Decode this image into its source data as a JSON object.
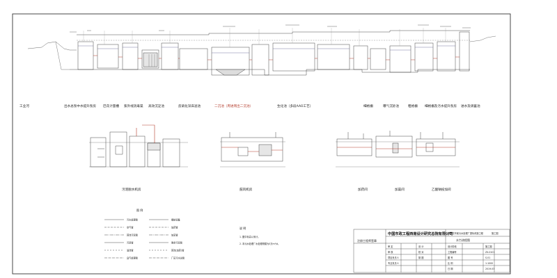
{
  "drawing": {
    "main_profile_labels": [
      {
        "text": "工业河",
        "red": false
      },
      {
        "text": "出水总泵中水提升泵房",
        "red": false
      },
      {
        "text": "巴氏计量槽",
        "red": false
      },
      {
        "text": "紫外线消毒渠",
        "red": false
      },
      {
        "text": "高效沉淀池",
        "red": false
      },
      {
        "text": "反硝化深床滤池",
        "red": false
      },
      {
        "text": "二沉池（周进周出二沉池）",
        "red": true
      },
      {
        "text": "生化池（多段AAO工艺）",
        "red": false
      },
      {
        "text": "细格栅",
        "red": false
      },
      {
        "text": "曝气沉砂池",
        "red": false
      },
      {
        "text": "粗格栅",
        "red": false
      },
      {
        "text": "细格栅及污水提升泵房",
        "red": false
      },
      {
        "text": "进水及调蓄池",
        "red": false
      }
    ],
    "sub_profile_labels": [
      {
        "text": "污泥脱水机房",
        "red": false
      },
      {
        "text": "鼓风机房",
        "red": false
      },
      {
        "text": "加药间",
        "red": false
      },
      {
        "text": "加氯间",
        "red": false
      },
      {
        "text": "乙酸钠投加间",
        "red": false
      }
    ],
    "legend": {
      "title": "图 例",
      "left_items": [
        "污水处理管",
        "空气管",
        "回流污泥管",
        "污泥管",
        "溢流管",
        "臭气处理管"
      ],
      "right_items": [
        "播放设备",
        "加药管",
        "加氯管",
        "剩余污泥管",
        "回流(加药)管",
        "厂区污水总管"
      ]
    },
    "notes": {
      "title": "说 明",
      "items": [
        "1. 图中标高以米计。",
        "2. 本污水处理厂水处理规模为5万m³/d。"
      ]
    }
  },
  "title_block": {
    "registration": "注册工程师签章",
    "company": "中国市政工程西南设计研究总院有限公司",
    "project": "攀枝花市某污水处理厂提标改造工程",
    "stage": "施工图",
    "drawing_title": "水力流程图",
    "left_labels": [
      "审 定",
      "审 核",
      "项目负责人",
      "专业负责人"
    ],
    "mid_labels": [
      "设 计",
      "校 对",
      "制 图"
    ],
    "right_labels": [
      "设计阶段",
      "工程编号",
      "图 号",
      "比 例",
      "日 期"
    ],
    "values": [
      "施工图",
      "ZX-0101",
      "S-01",
      "1:1000",
      "2019.03"
    ]
  }
}
